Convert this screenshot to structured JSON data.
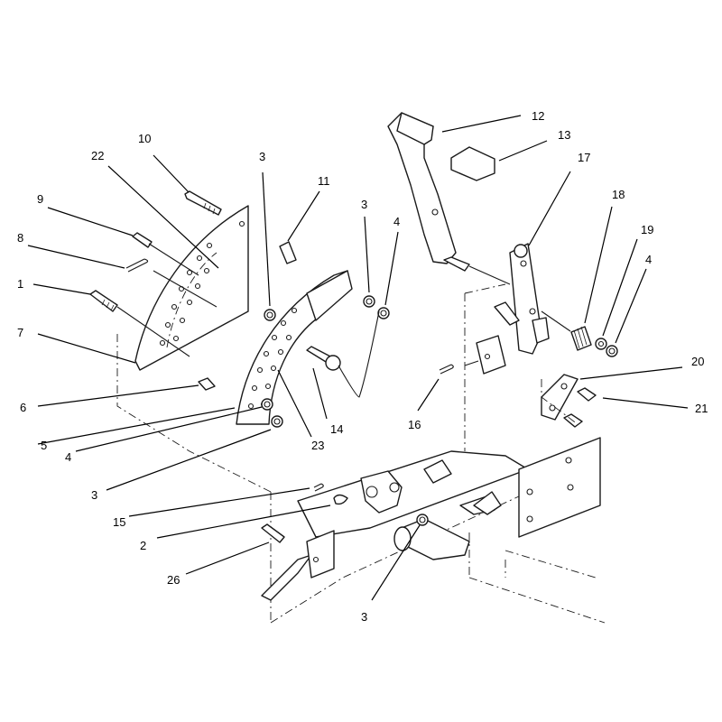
{
  "callouts": [
    {
      "id": "c-12",
      "label": "12"
    },
    {
      "id": "c-13",
      "label": "13"
    },
    {
      "id": "c-10",
      "label": "10"
    },
    {
      "id": "c-22",
      "label": "22"
    },
    {
      "id": "c-3a",
      "label": "3"
    },
    {
      "id": "c-11",
      "label": "11"
    },
    {
      "id": "c-3b",
      "label": "3"
    },
    {
      "id": "c-4a",
      "label": "4"
    },
    {
      "id": "c-17",
      "label": "17"
    },
    {
      "id": "c-9",
      "label": "9"
    },
    {
      "id": "c-8",
      "label": "8"
    },
    {
      "id": "c-18",
      "label": "18"
    },
    {
      "id": "c-19",
      "label": "19"
    },
    {
      "id": "c-4b",
      "label": "4"
    },
    {
      "id": "c-1",
      "label": "1"
    },
    {
      "id": "c-7",
      "label": "7"
    },
    {
      "id": "c-20",
      "label": "20"
    },
    {
      "id": "c-6",
      "label": "6"
    },
    {
      "id": "c-21",
      "label": "21"
    },
    {
      "id": "c-14",
      "label": "14"
    },
    {
      "id": "c-16",
      "label": "16"
    },
    {
      "id": "c-5",
      "label": "5"
    },
    {
      "id": "c-23",
      "label": "23"
    },
    {
      "id": "c-4c",
      "label": "4"
    },
    {
      "id": "c-3c",
      "label": "3"
    },
    {
      "id": "c-15",
      "label": "15"
    },
    {
      "id": "c-2",
      "label": "2"
    },
    {
      "id": "c-26",
      "label": "26"
    },
    {
      "id": "c-3d",
      "label": "3"
    }
  ]
}
